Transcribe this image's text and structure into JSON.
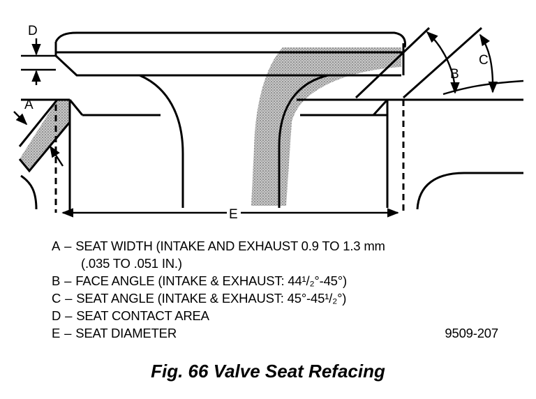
{
  "diagram": {
    "labels": {
      "a": "A",
      "b": "B",
      "c": "C",
      "d": "D",
      "e": "E"
    }
  },
  "legend": {
    "items": [
      {
        "key": "A",
        "sep": "–",
        "text": "SEAT WIDTH (INTAKE AND EXHAUST 0.9 TO 1.3 mm",
        "continuation": "(.035 TO .051 IN.)"
      },
      {
        "key": "B",
        "sep": "–",
        "text": "FACE ANGLE (INTAKE & EXHAUST: 44¹/₂°-45°)"
      },
      {
        "key": "C",
        "sep": "–",
        "text": "SEAT ANGLE (INTAKE & EXHAUST: 45°-45¹/₂°)"
      },
      {
        "key": "D",
        "sep": "–",
        "text": "SEAT CONTACT AREA"
      },
      {
        "key": "E",
        "sep": "–",
        "text": "SEAT DIAMETER"
      }
    ],
    "figure_number": "9509-207"
  },
  "caption": "Fig. 66 Valve Seat Refacing"
}
